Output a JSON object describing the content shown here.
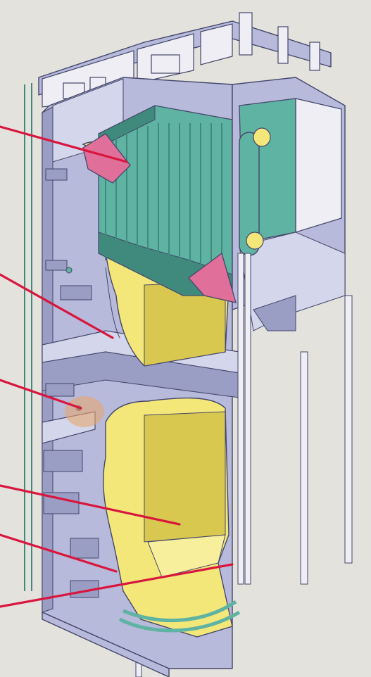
{
  "diagram": {
    "subject": "boiler-cutaway",
    "colors": {
      "background": "#e4e2dd",
      "casing": "#b8badb",
      "casing_shadow": "#9a9dc4",
      "casing_light": "#d4d6ec",
      "refractory": "#f3e77a",
      "refractory_dark": "#d9c84f",
      "tubes": "#5fb3a3",
      "tubes_dark": "#3f8a7d",
      "pink": "#e0709a",
      "callout": "#d9163d",
      "outline": "#44466a",
      "white_panel": "#eeeef4",
      "orange": "#e4a66e"
    },
    "callouts": [
      {
        "name": "callout-leader-1"
      },
      {
        "name": "callout-leader-2"
      },
      {
        "name": "callout-leader-3"
      },
      {
        "name": "callout-leader-4"
      },
      {
        "name": "callout-leader-5"
      },
      {
        "name": "callout-leader-6"
      }
    ]
  }
}
